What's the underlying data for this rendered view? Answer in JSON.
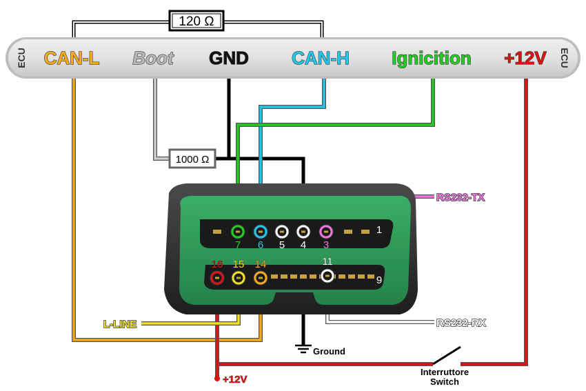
{
  "ecu_bar": {
    "side_label_left": "ECU",
    "side_label_right": "ECU",
    "pins": [
      {
        "label": "CAN-L",
        "color": "#f7a81b",
        "italic": false
      },
      {
        "label": "Boot",
        "color": "#b8b8b8",
        "italic": true
      },
      {
        "label": "GND",
        "color": "#111111",
        "italic": false
      },
      {
        "label": "CAN-H",
        "color": "#22c6ea",
        "italic": false
      },
      {
        "label": "Ignicition",
        "color": "#22cc22",
        "italic": false
      },
      {
        "label": "+12V",
        "color": "#dd1111",
        "italic": false
      }
    ]
  },
  "resistors": {
    "can_terminator": "120 Ω",
    "boot_pull": "1000 Ω"
  },
  "connector": {
    "body_color": "#2e9a54",
    "top_row": [
      {
        "number": "7",
        "color": "#22cc22"
      },
      {
        "number": "6",
        "color": "#22c6ea"
      },
      {
        "number": "5",
        "color": "#ffffff"
      },
      {
        "number": "4",
        "color": "#ffffff"
      },
      {
        "number": "3",
        "color": "#ee77dd"
      },
      {
        "number": "1",
        "color": "#ffffff"
      }
    ],
    "bottom_row": [
      {
        "number": "16",
        "color": "#dd1111"
      },
      {
        "number": "15",
        "color": "#f0e020"
      },
      {
        "number": "14",
        "color": "#f7a81b"
      },
      {
        "number": "11",
        "color": "#ffffff"
      },
      {
        "number": "9",
        "color": "#ffffff"
      }
    ]
  },
  "signals": {
    "rs232_tx": "RS232-TX",
    "rs232_rx": "RS232-RX",
    "l_line": "L-LINE",
    "ground": "Ground",
    "plus12v": "+12V",
    "switch_line1": "Interruttore",
    "switch_line2": "Switch"
  },
  "wire_colors": {
    "can_l": "#f7a81b",
    "boot": "#c8c8c8",
    "gnd": "#000000",
    "can_h": "#22c6ea",
    "ignition": "#22cc22",
    "power": "#e01010",
    "l_line": "#f0e020",
    "rs232_tx": "#ee77dd",
    "rs232_rx": "#ffffff"
  }
}
